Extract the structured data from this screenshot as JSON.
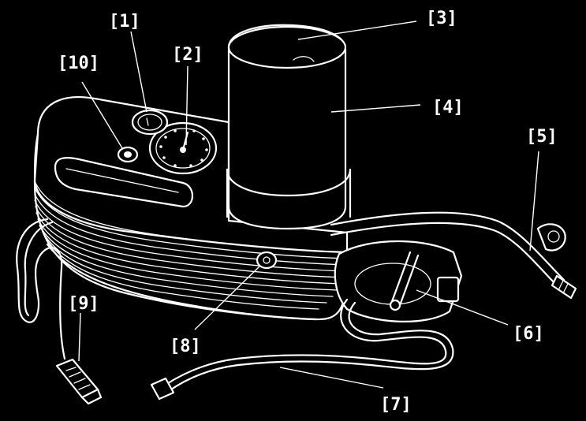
{
  "figure": {
    "background": "#000000",
    "line_color": "#ffffff",
    "callouts": [
      {
        "id": "1",
        "label": "[1]"
      },
      {
        "id": "2",
        "label": "[2]"
      },
      {
        "id": "3",
        "label": "[3]"
      },
      {
        "id": "4",
        "label": "[4]"
      },
      {
        "id": "5",
        "label": "[5]"
      },
      {
        "id": "6",
        "label": "[6]"
      },
      {
        "id": "7",
        "label": "[7]"
      },
      {
        "id": "8",
        "label": "[8]"
      },
      {
        "id": "9",
        "label": "[9]"
      },
      {
        "id": "10",
        "label": "[10]"
      }
    ]
  }
}
